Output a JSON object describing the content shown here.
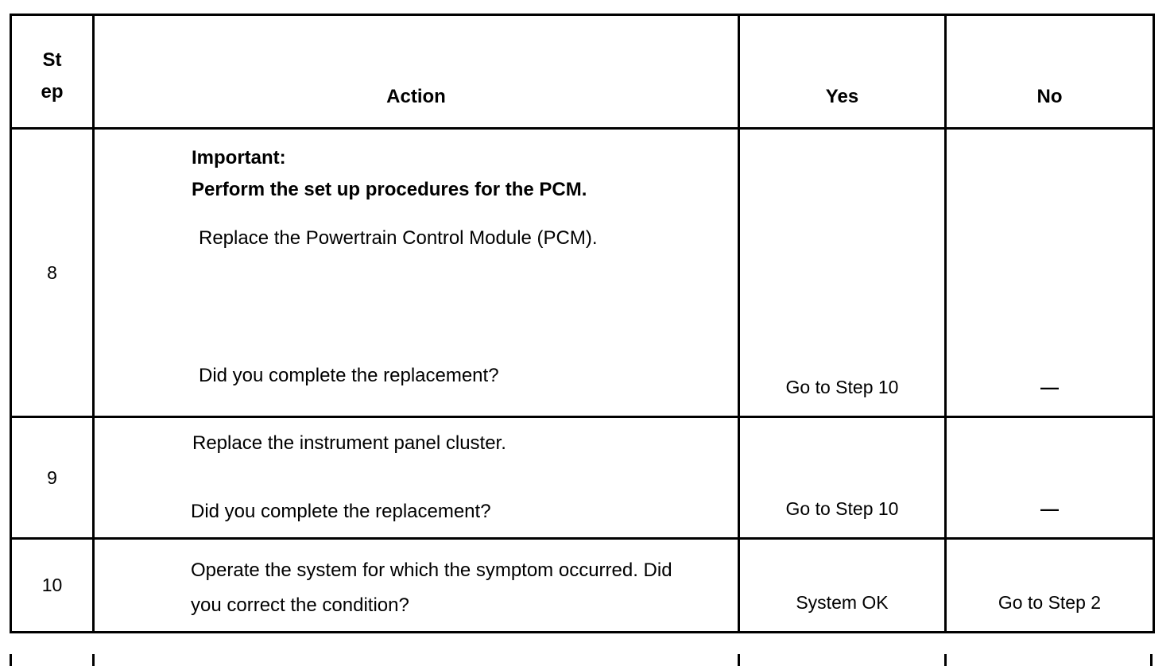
{
  "document": {
    "type": "diagnostic-procedure-table",
    "text_color": "#000000",
    "background_color": "#ffffff",
    "border_color": "#000000"
  },
  "table": {
    "headers": {
      "step_line1": "St",
      "step_line2": "ep",
      "action": "Action",
      "yes": "Yes",
      "no": "No"
    },
    "rows": [
      {
        "step": "8",
        "action": {
          "important_label": "Important:",
          "important_text": "Perform the set up procedures for the PCM.",
          "instruction": "Replace the Powertrain Control Module (PCM).",
          "question": "Did you complete the replacement?"
        },
        "yes": "Go to Step 10",
        "no": "—"
      },
      {
        "step": "9",
        "action": {
          "instruction": "Replace the instrument panel cluster.",
          "question": "Did you complete the replacement?"
        },
        "yes": "Go to Step 10",
        "no": "—"
      },
      {
        "step": "10",
        "action": {
          "line1": "Operate the system for which the symptom occurred. Did",
          "line2": "you correct the condition?"
        },
        "yes": "System OK",
        "no": "Go to Step 2"
      }
    ]
  }
}
